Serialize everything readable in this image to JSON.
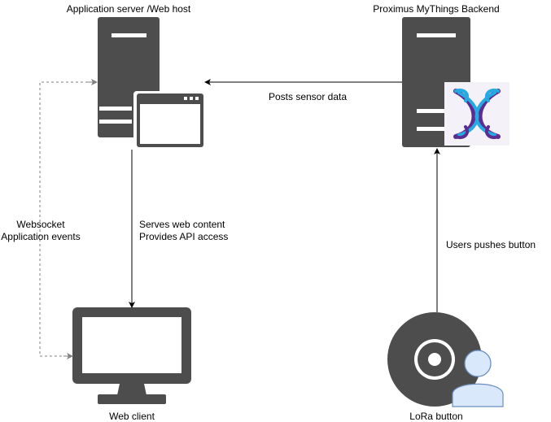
{
  "nodes": {
    "app_server": {
      "label": "Application server /Web host"
    },
    "backend": {
      "label": "Proximus MyThings Backend",
      "logo_icon": "proximus-logo-icon"
    },
    "web_client": {
      "label": "Web client"
    },
    "lora_button": {
      "label": "LoRa button",
      "user_icon": "user-icon"
    }
  },
  "edges": {
    "posts": {
      "label": "Posts sensor data"
    },
    "serves": {
      "line1": "Serves web content",
      "line2": "Provides API access"
    },
    "websocket": {
      "line1": "Websocket",
      "line2": "Application events"
    },
    "pushes": {
      "label": "Users pushes button"
    }
  },
  "colors": {
    "device": "#4d4d4d",
    "arrow": "#000000",
    "dashed": "#808080",
    "logo_bg": "#f4f1f8",
    "logo_blue": "#27a9e1",
    "logo_purple": "#5c2d91",
    "user_fill": "#dae8fc",
    "user_stroke": "#6c8ebf"
  }
}
